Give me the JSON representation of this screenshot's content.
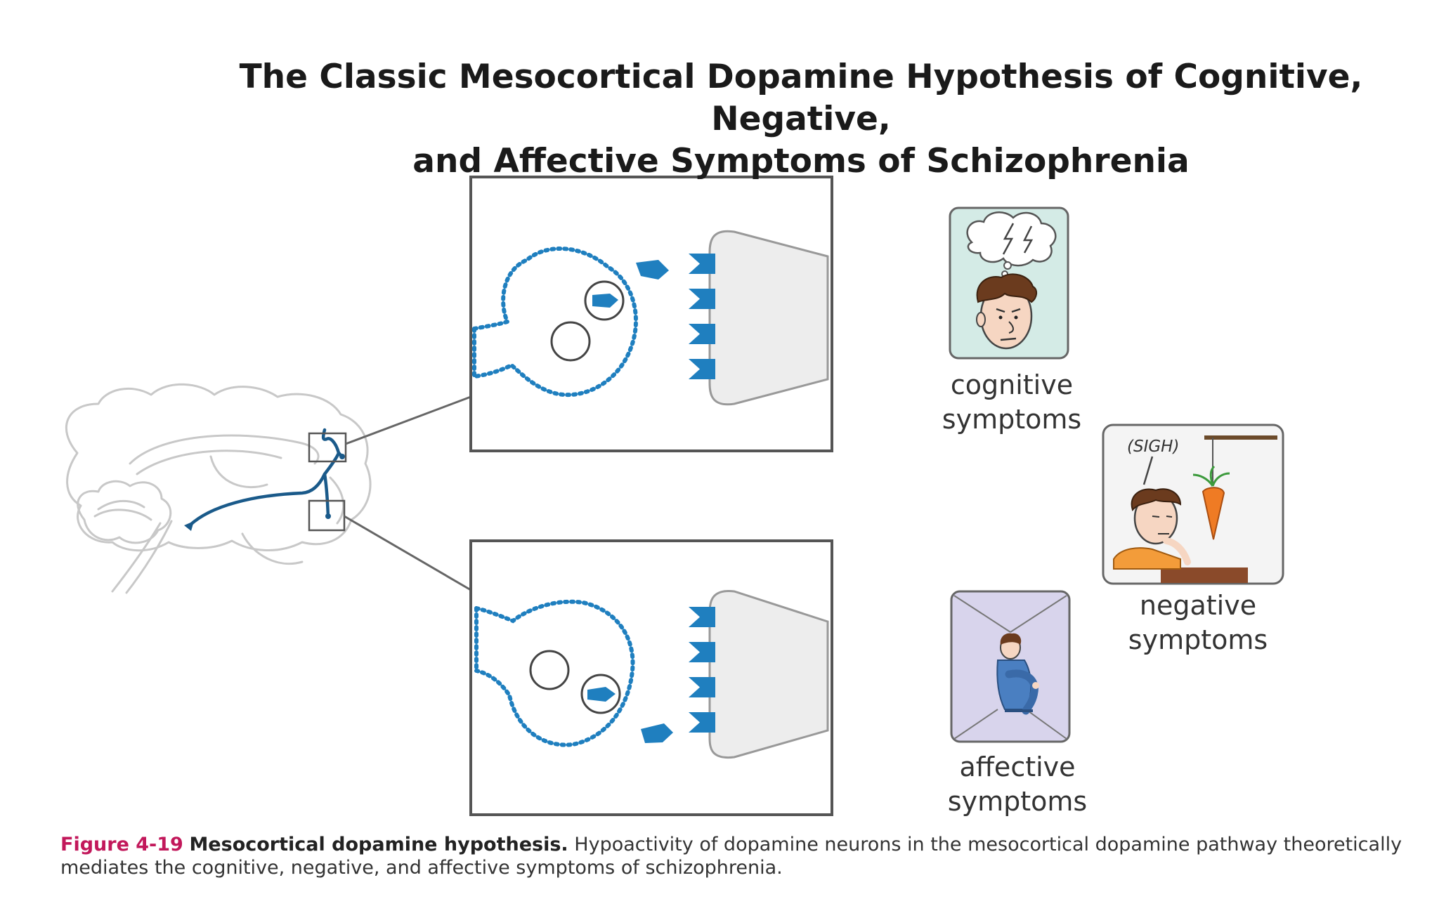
{
  "title": {
    "line1": "The Classic Mesocortical Dopamine Hypothesis of Cognitive, Negative,",
    "line2": "and Affective Symptoms of Schizophrenia"
  },
  "symptoms": {
    "cognitive": {
      "line1": "cognitive",
      "line2": "symptoms"
    },
    "negative": {
      "line1": "negative",
      "line2": "symptoms",
      "sigh": "(SIGH)"
    },
    "affective": {
      "line1": "affective",
      "line2": "symptoms"
    }
  },
  "caption": {
    "figure_number": "Figure 4-19",
    "figure_title": "Mesocortical dopamine hypothesis.",
    "text": "Hypoactivity of dopamine neurons in the mesocortical dopamine pathway theoretically mediates the cognitive, negative, and affective symptoms of schizophrenia."
  },
  "colors": {
    "dopamine_blue": "#1f7fbf",
    "pathway_blue": "#1a5a8a",
    "cognitive_panel": "#d4ebe6",
    "negative_panel": "#f4f4f4",
    "affective_panel": "#d8d4ec",
    "caption_accent": "#c2185b"
  }
}
